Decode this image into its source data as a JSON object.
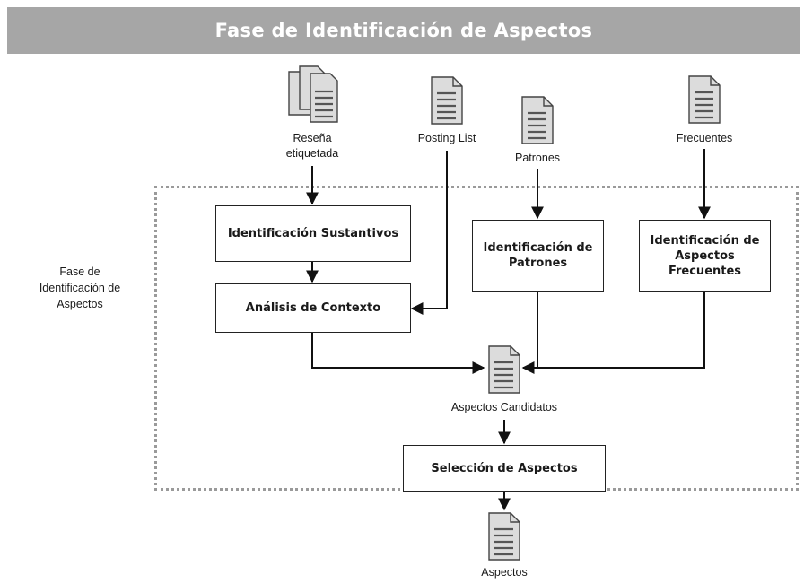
{
  "header": {
    "title": "Fase de Identificación de Aspectos"
  },
  "frame": {
    "label": "Fase de Identificación de Aspectos"
  },
  "inputs": {
    "resena": "Reseña etiquetada",
    "posting_list": "Posting List",
    "patrones": "Patrones",
    "frecuentes": "Frecuentes"
  },
  "process": {
    "identificacion_sustantivos": "Identificación Sustantivos",
    "analisis_contexto": "Análisis de Contexto",
    "identificacion_patrones": "Identificación de Patrones",
    "identificacion_frecuentes": "Identificación de Aspectos Frecuentes",
    "seleccion_aspectos": "Selección de Aspectos"
  },
  "outputs": {
    "candidatos": "Aspectos Candidatos",
    "aspectos": "Aspectos"
  },
  "icons": {
    "document": "document-icon",
    "stacked_documents": "stacked-documents-icon"
  },
  "colors": {
    "banner": "#a6a6a6",
    "frame_border": "#9a9a9a",
    "doc_fill": "#e0e0e0",
    "line": "#111111"
  }
}
